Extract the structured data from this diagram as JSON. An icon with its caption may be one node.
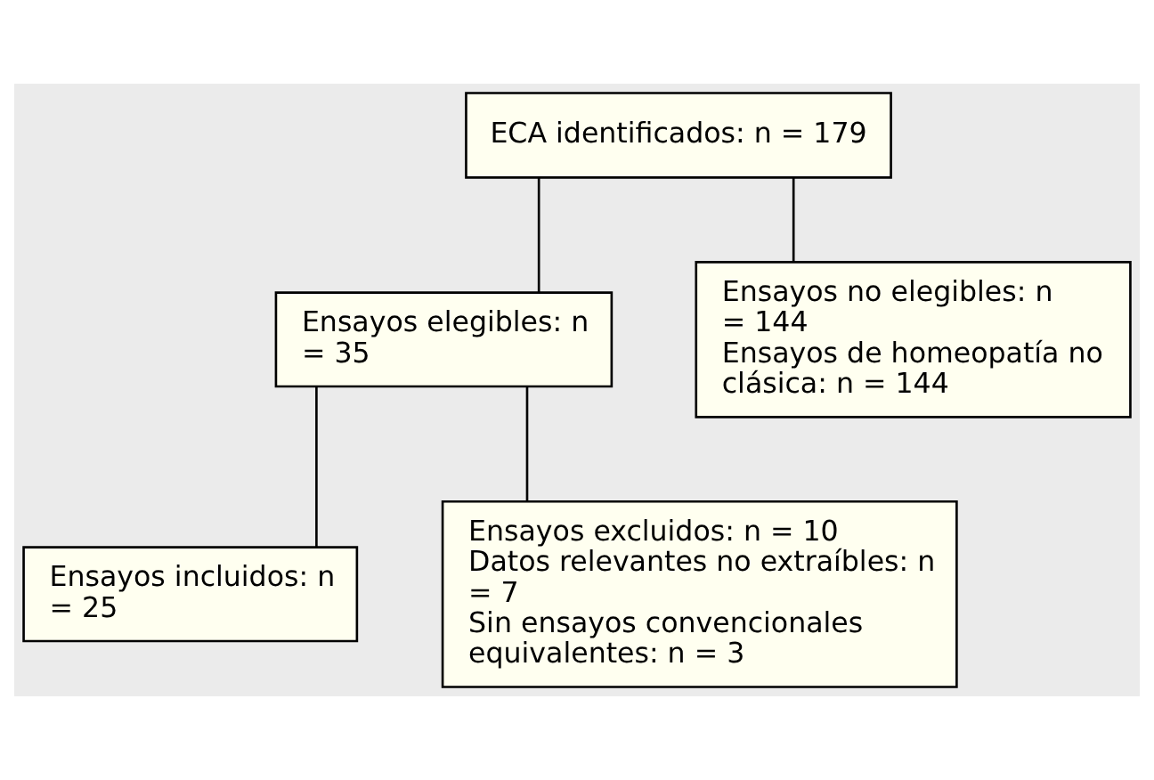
{
  "diagram": {
    "nodes": [
      {
        "text": [
          "ECA identificados: n = 179"
        ]
      },
      {
        "text": [
          "Ensayos elegibles: n = 35"
        ]
      },
      {
        "text": [
          "Ensayos no elegibles: n = 144",
          "Ensayos de homeopatía no clásica: n = 144"
        ]
      },
      {
        "text": [
          "Ensayos incluidos: n = 25"
        ]
      },
      {
        "text": [
          "Ensayos excluidos: n = 10",
          "Datos relevantes no extraíbles: n = 7",
          "Sin ensayos convencionales equivalentes: n = 3"
        ]
      }
    ],
    "edges": [
      {
        "from": 0,
        "to": 1,
        "arrow": "none"
      },
      {
        "from": 0,
        "to": 2,
        "arrow": "none"
      },
      {
        "from": 1,
        "to": 3,
        "arrow": "none"
      },
      {
        "from": 1,
        "to": 4,
        "arrow": "none"
      }
    ]
  }
}
